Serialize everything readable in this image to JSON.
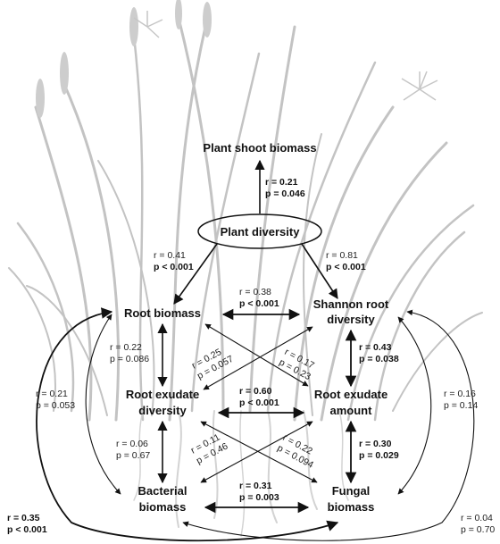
{
  "nodes": {
    "shoot": "Plant shoot biomass",
    "diversity": "Plant diversity",
    "root_biomass": "Root biomass",
    "shannon_line1": "Shannon root",
    "shannon_line2": "diversity",
    "exudate_div_line1": "Root exudate",
    "exudate_div_line2": "diversity",
    "exudate_amt_line1": "Root exudate",
    "exudate_amt_line2": "amount",
    "bacterial_line1": "Bacterial",
    "bacterial_line2": "biomass",
    "fungal_line1": "Fungal",
    "fungal_line2": "biomass"
  },
  "edges": {
    "div_shoot": {
      "r": "r = 0.21",
      "p": "p = 0.046"
    },
    "div_rootbiomass": {
      "r": "r = 0.41",
      "p": "p < 0.001"
    },
    "div_shannon": {
      "r": "r = 0.81",
      "p": "p < 0.001"
    },
    "rootbiomass_shannon": {
      "r": "r = 0.38",
      "p": "p < 0.001"
    },
    "rootbiomass_exdiv": {
      "r": "r = 0.22",
      "p": "p = 0.086"
    },
    "shannon_examt": {
      "r": "r = 0.43",
      "p": "p = 0.038"
    },
    "cross_upper_a": {
      "r": "r = 0.25",
      "p": "p = 0.057"
    },
    "cross_upper_b": {
      "r": "r = 0.17",
      "p": "p = 0.23"
    },
    "exdiv_examt": {
      "r": "r = 0.60",
      "p": "p < 0.001"
    },
    "rootbiomass_bact": {
      "r": "r = 0.21",
      "p": "p = 0.053"
    },
    "shannon_fungal": {
      "r": "r = 0.16",
      "p": "p = 0.14"
    },
    "exdiv_bact": {
      "r": "r = 0.06",
      "p": "p = 0.67"
    },
    "examt_fungal": {
      "r": "r = 0.30",
      "p": "p = 0.029"
    },
    "cross_lower_a": {
      "r": "r = 0.11",
      "p": "p = 0.46"
    },
    "cross_lower_b": {
      "r": "r = 0.22",
      "p": "p = 0.094"
    },
    "bact_fungal": {
      "r": "r = 0.31",
      "p": "p = 0.003"
    },
    "outer_left": {
      "r": "r = 0.35",
      "p": "p < 0.001"
    },
    "outer_right": {
      "r": "r = 0.04",
      "p": "p = 0.70"
    }
  }
}
